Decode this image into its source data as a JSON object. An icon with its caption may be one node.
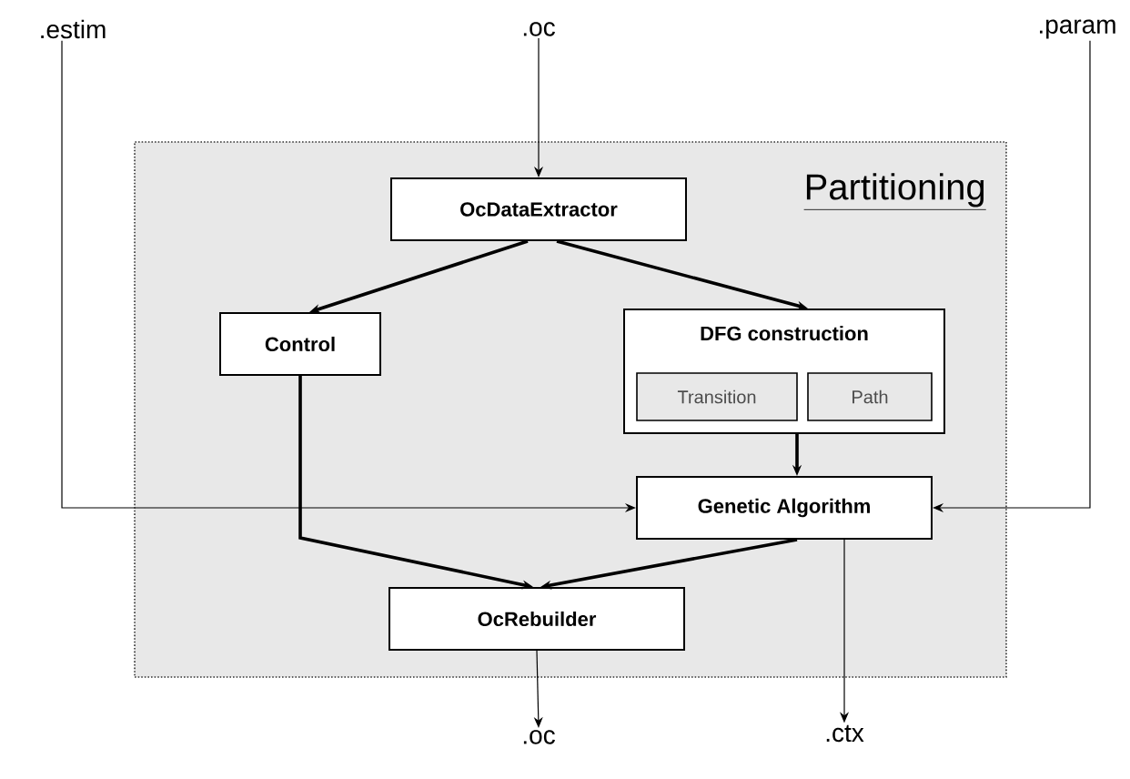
{
  "diagram": {
    "nodes": [
      {
        "text": [
          ".estim"
        ]
      },
      {
        "text": [
          ".oc"
        ]
      },
      {
        "text": [
          ".param"
        ]
      },
      {
        "text": [
          "Partitioning"
        ]
      },
      {
        "text": [
          "OcDataExtractor"
        ],
        "in": 3
      },
      {
        "text": [
          "Control"
        ],
        "in": 3
      },
      {
        "text": [
          "DFG construction"
        ],
        "in": 3
      },
      {
        "text": [
          "Transition"
        ],
        "in": 6
      },
      {
        "text": [
          "Path"
        ],
        "in": 6
      },
      {
        "text": [
          "Genetic Algorithm"
        ],
        "in": 3
      },
      {
        "text": [
          "OcRebuilder"
        ],
        "in": 3
      },
      {
        "text": [
          ".oc"
        ]
      },
      {
        "text": [
          ".ctx"
        ]
      }
    ],
    "edges": [
      {
        "from": 1,
        "to": 4,
        "arrow": "to"
      },
      {
        "from": 4,
        "to": 5,
        "arrow": "to"
      },
      {
        "from": 4,
        "to": 6,
        "arrow": "to"
      },
      {
        "from": 6,
        "to": 9,
        "arrow": "to"
      },
      {
        "from": 0,
        "to": 9,
        "arrow": "to"
      },
      {
        "from": 2,
        "to": 9,
        "arrow": "to"
      },
      {
        "from": 5,
        "to": 10,
        "arrow": "to"
      },
      {
        "from": 9,
        "to": 10,
        "arrow": "to"
      },
      {
        "from": 10,
        "to": 11,
        "arrow": "to"
      },
      {
        "from": 9,
        "to": 12,
        "arrow": "to"
      }
    ]
  }
}
